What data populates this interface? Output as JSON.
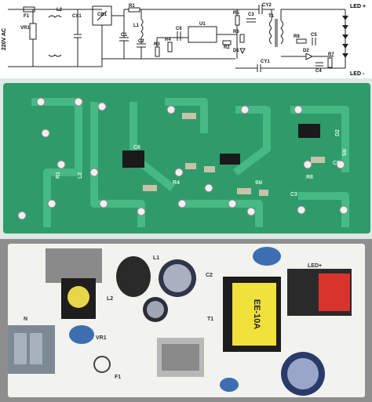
{
  "schematic": {
    "input_label": "220V AC",
    "components": {
      "F1": "F1",
      "VR1": "VR1",
      "L2": "L2",
      "CX1": "CX1",
      "CB1": "CB1",
      "R1": "R1",
      "L1": "L1",
      "C1": "C1",
      "C2": "C2",
      "R3": "R3",
      "R4": "R4",
      "C6": "C6",
      "U1": "U1",
      "R5": "R5",
      "C3": "C3",
      "R6": "R6",
      "R2": "R2",
      "D1": "D1",
      "CY2": "CY2",
      "T1": "T1",
      "R8": "R8",
      "C5": "C5",
      "D2": "D2",
      "R7": "R7",
      "C4": "C4",
      "CY1": "CY1"
    },
    "output_plus": "LED +",
    "output_minus": "LED -"
  },
  "pcb_bottom": {
    "silkscreen": [
      "R6",
      "R1",
      "L2",
      "D2",
      "C5",
      "R5",
      "C3",
      "R8",
      "C6",
      "R4"
    ]
  },
  "pcb_top": {
    "labels": {
      "led_plus": "LED+",
      "L1": "L1",
      "L2": "L2",
      "T1": "T1",
      "C2": "C2",
      "N": "N",
      "VR1": "VR1",
      "F1": "F1",
      "transformer_marking": "EE-10A"
    }
  },
  "colors": {
    "pcb_green": "#2f9b6a",
    "pcb_trace": "#3cae7c",
    "pcb_board_top": "#f2f2ee",
    "cap_blue": "#3d6fb0",
    "transformer_yellow": "#f1e13b",
    "connector_red": "#d8342e"
  }
}
